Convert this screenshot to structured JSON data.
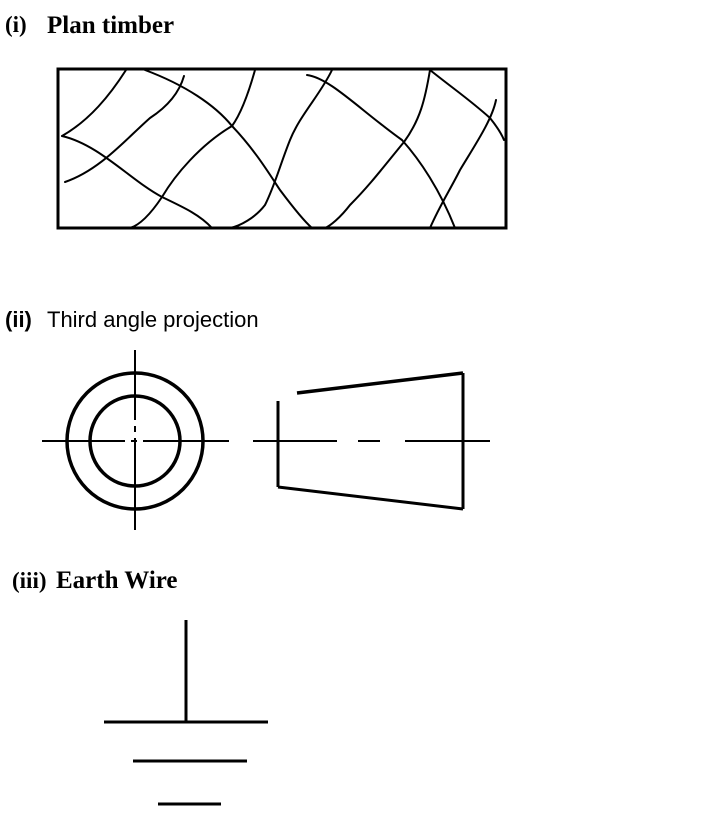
{
  "sections": [
    {
      "number": "(i)",
      "title": "Plan timber"
    },
    {
      "number": "(ii)",
      "title": "Third angle projection"
    },
    {
      "number": "(iii)",
      "title": "Earth Wire"
    }
  ],
  "colors": {
    "ink": "#000000",
    "background": "#ffffff"
  }
}
